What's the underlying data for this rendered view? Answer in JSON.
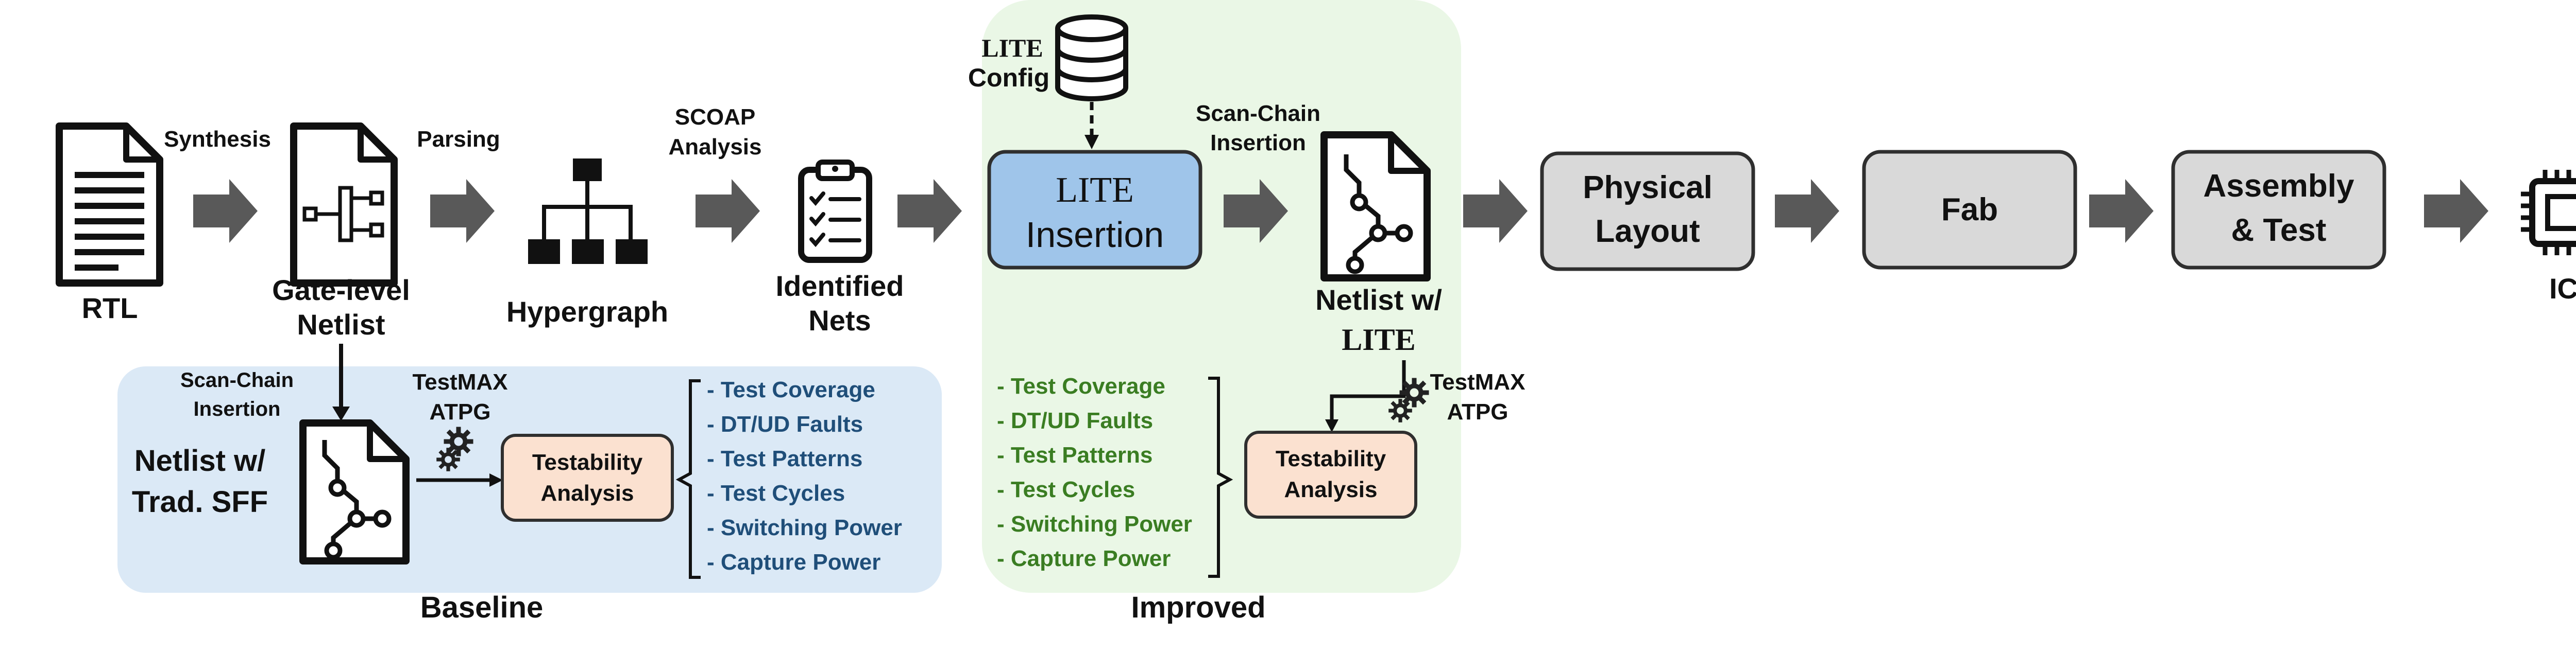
{
  "colors": {
    "baseline_bg": "#dbe9f6",
    "improved_bg": "#eaf7e6",
    "baseline_text": "#1f4e79",
    "improved_text": "#3a7d22",
    "tool_text": "#7a2a72",
    "lite_box": "#9fc5ea",
    "gray_box": "#d9d9d9",
    "testability_box": "#fbe1d0",
    "arrow": "#595959"
  },
  "nodes": {
    "rtl": "RTL",
    "gate_level_1": "Gate-level",
    "gate_level_2": "Netlist",
    "hypergraph": "Hypergraph",
    "identified_1": "Identified",
    "identified_2": "Nets",
    "lite_config_1": "LITE",
    "lite_config_2": "Config",
    "lite_insertion_1": "LITE",
    "lite_insertion_2": "Insertion",
    "netlist_lite_1": "Netlist w/",
    "netlist_lite_2": "LITE",
    "physical_1": "Physical",
    "physical_2": "Layout",
    "fab": "Fab",
    "assembly_1": "Assembly",
    "assembly_2": "& Test",
    "ic": "IC",
    "netlist_sff_1": "Netlist w/",
    "netlist_sff_2": "Trad. SFF"
  },
  "steps": {
    "synthesis": "Synthesis",
    "parsing": "Parsing",
    "scoap_1": "SCOAP",
    "scoap_2": "Analysis",
    "scan_chain_1": "Scan-Chain",
    "scan_chain_2": "Insertion",
    "scan_chain_b1": "Scan-Chain",
    "scan_chain_b2": "Insertion"
  },
  "tools": {
    "testmax_baseline_1": "TestMAX",
    "testmax_baseline_2": "ATPG",
    "testmax_improved_1": "TestMAX",
    "testmax_improved_2": "ATPG"
  },
  "analysis": {
    "baseline_1": "Testability",
    "baseline_2": "Analysis",
    "improved_1": "Testability",
    "improved_2": "Analysis"
  },
  "metrics_baseline": [
    "- Test Coverage",
    "- DT/UD Faults",
    "- Test Patterns",
    "- Test Cycles",
    "- Switching Power",
    "- Capture Power"
  ],
  "metrics_improved": [
    "- Test Coverage",
    "- DT/UD Faults",
    "- Test Patterns",
    "- Test Cycles",
    "- Switching Power",
    "- Capture Power"
  ],
  "regions": {
    "baseline": "Baseline",
    "improved": "Improved"
  }
}
